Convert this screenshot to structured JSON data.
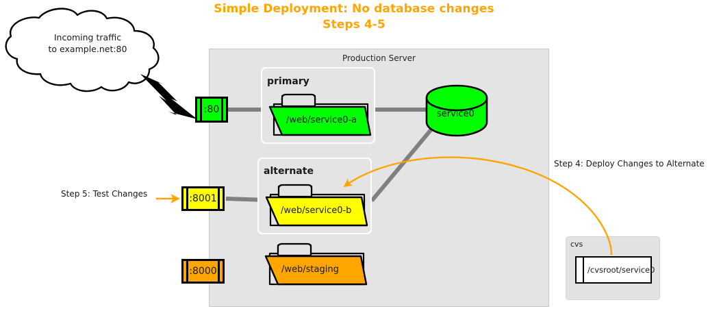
{
  "title": {
    "line1": "Simple Deployment: No database changes",
    "line2": "Steps 4-5",
    "color": "#ffa500"
  },
  "cloud": {
    "line1": "Incoming traffic",
    "line2": "to example.net:80"
  },
  "production": {
    "label": "Production Server",
    "groups": [
      {
        "label": "primary",
        "folder": "/web/service0-a",
        "color": "#00ff00"
      },
      {
        "label": "alternate",
        "folder": "/web/service0-b",
        "color": "#ffff00"
      }
    ],
    "staging_folder": "/web/staging",
    "staging_color": "#ffa500",
    "database": {
      "label": "service0",
      "color": "#00ff00"
    },
    "ports": [
      {
        "label": ":80",
        "color": "#00ff00"
      },
      {
        "label": ":8001",
        "color": "#ffff00"
      },
      {
        "label": ":8000",
        "color": "#ffa500"
      }
    ]
  },
  "cvs": {
    "label": "cvs",
    "file": "/cvsroot/service0"
  },
  "steps": {
    "step4": "Step 4: Deploy Changes to Alternate",
    "step5": "Step 5: Test Changes"
  },
  "colors": {
    "accent": "#ffa500",
    "connector": "#808080",
    "container": "#e4e4e4"
  }
}
